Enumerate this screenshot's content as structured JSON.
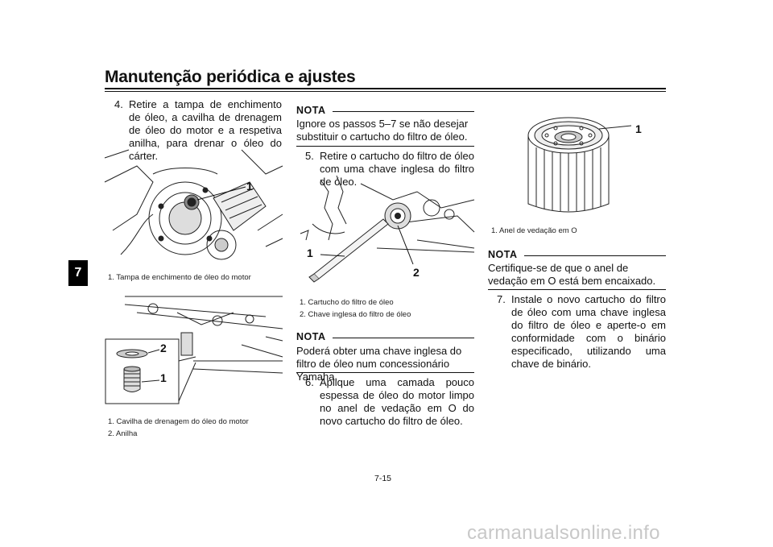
{
  "header": {
    "title": "Manutenção periódica e ajustes"
  },
  "chapter_tab": "7",
  "col1": {
    "step4": {
      "num": "4.",
      "text": "Retire a tampa de enchimento de óleo, a cavilha de drenagem de óleo do motor e a respetiva anilha, para drenar o óleo do cárter."
    },
    "fig1": {
      "callout1": "1",
      "caption1": "1.  Tampa de enchimento de óleo do motor"
    },
    "fig2": {
      "callout1": "1",
      "callout2": "2",
      "caption1": "1.  Cavilha de drenagem do óleo do motor",
      "caption2": "2.  Anilha"
    }
  },
  "col2": {
    "nota1": {
      "label": "NOTA",
      "text": "Ignore os passos 5–7 se não desejar substituir o cartucho do filtro de óleo."
    },
    "step5": {
      "num": "5.",
      "text": "Retire o cartucho do filtro de óleo com uma chave inglesa do filtro de óleo."
    },
    "fig3": {
      "callout1": "1",
      "callout2": "2",
      "caption1": "1.  Cartucho do filtro de óleo",
      "caption2": "2.  Chave inglesa do filtro de óleo"
    },
    "nota2": {
      "label": "NOTA",
      "text": "Poderá obter uma chave inglesa do filtro de óleo num concessionário Yamaha."
    },
    "step6": {
      "num": "6.",
      "text": "Aplique uma camada pouco espessa de óleo do motor limpo no anel de vedação em O do novo cartucho do filtro de óleo."
    }
  },
  "col3": {
    "fig4": {
      "callout1": "1",
      "caption1": "1.  Anel de vedação em O"
    },
    "nota3": {
      "label": "NOTA",
      "text": "Certifique-se de que o anel de vedação em O está bem encaixado."
    },
    "step7": {
      "num": "7.",
      "text": "Instale o novo cartucho do filtro de óleo com uma chave inglesa do filtro de óleo e aperte-o em conformidade com o binário especificado, utilizando uma chave de binário."
    }
  },
  "footer": {
    "page_number": "7-15",
    "watermark": "carmanualsonline.info"
  }
}
